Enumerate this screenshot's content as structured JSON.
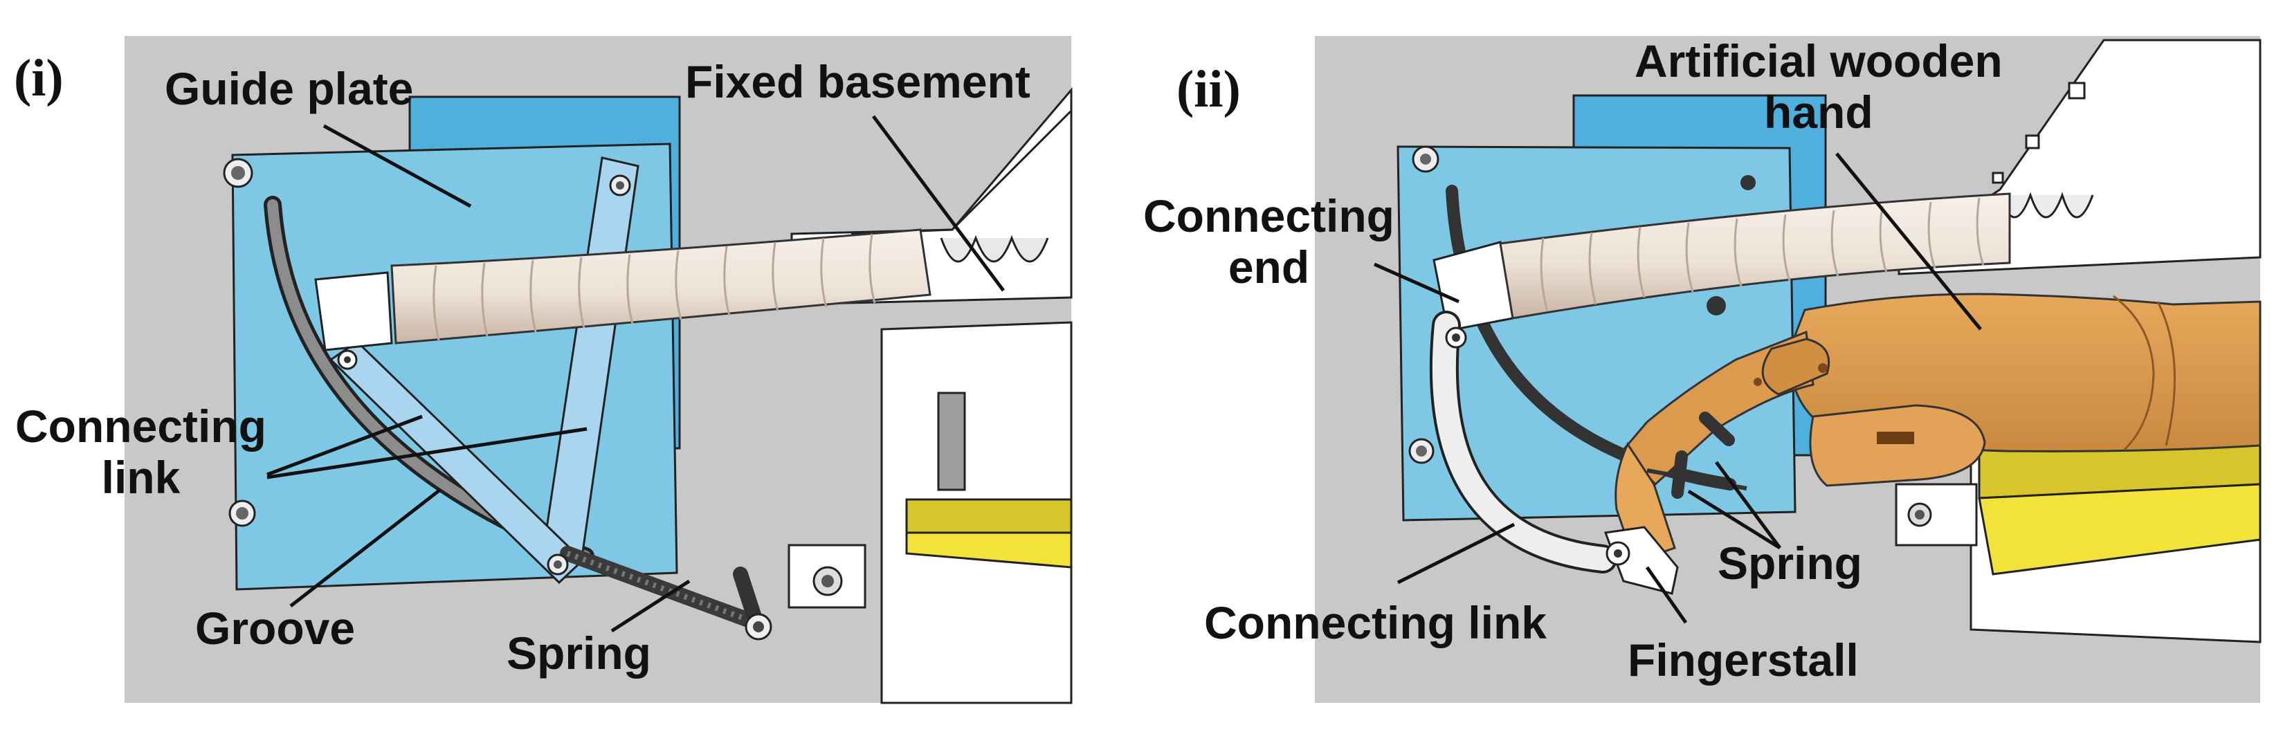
{
  "panels": [
    {
      "id": "i",
      "tag": "(i)",
      "labels": {
        "guide_plate": "Guide plate",
        "fixed_basement": "Fixed basement",
        "connecting_link_1": "Connecting",
        "connecting_link_2": "link",
        "groove": "Groove",
        "spring": "Spring"
      }
    },
    {
      "id": "ii",
      "tag": "(ii)",
      "labels": {
        "hand_1": "Artificial wooden",
        "hand_2": "hand",
        "connecting_end_1": "Connecting",
        "connecting_end_2": "end",
        "spring": "Spring",
        "connecting_link": "Connecting link",
        "fingerstall": "Fingerstall"
      }
    }
  ],
  "colors": {
    "background": "#c8c8c8",
    "guide_plate": "#7ec8e6",
    "guide_plate_back": "#4fb0de",
    "link": "#a9d6ee",
    "basement": "#ffffff",
    "yellow_pad": "#f2e23a",
    "wooden_hand": "#dc9a4f",
    "segments": "#ede3d8",
    "spring": "#3c3c3c"
  }
}
